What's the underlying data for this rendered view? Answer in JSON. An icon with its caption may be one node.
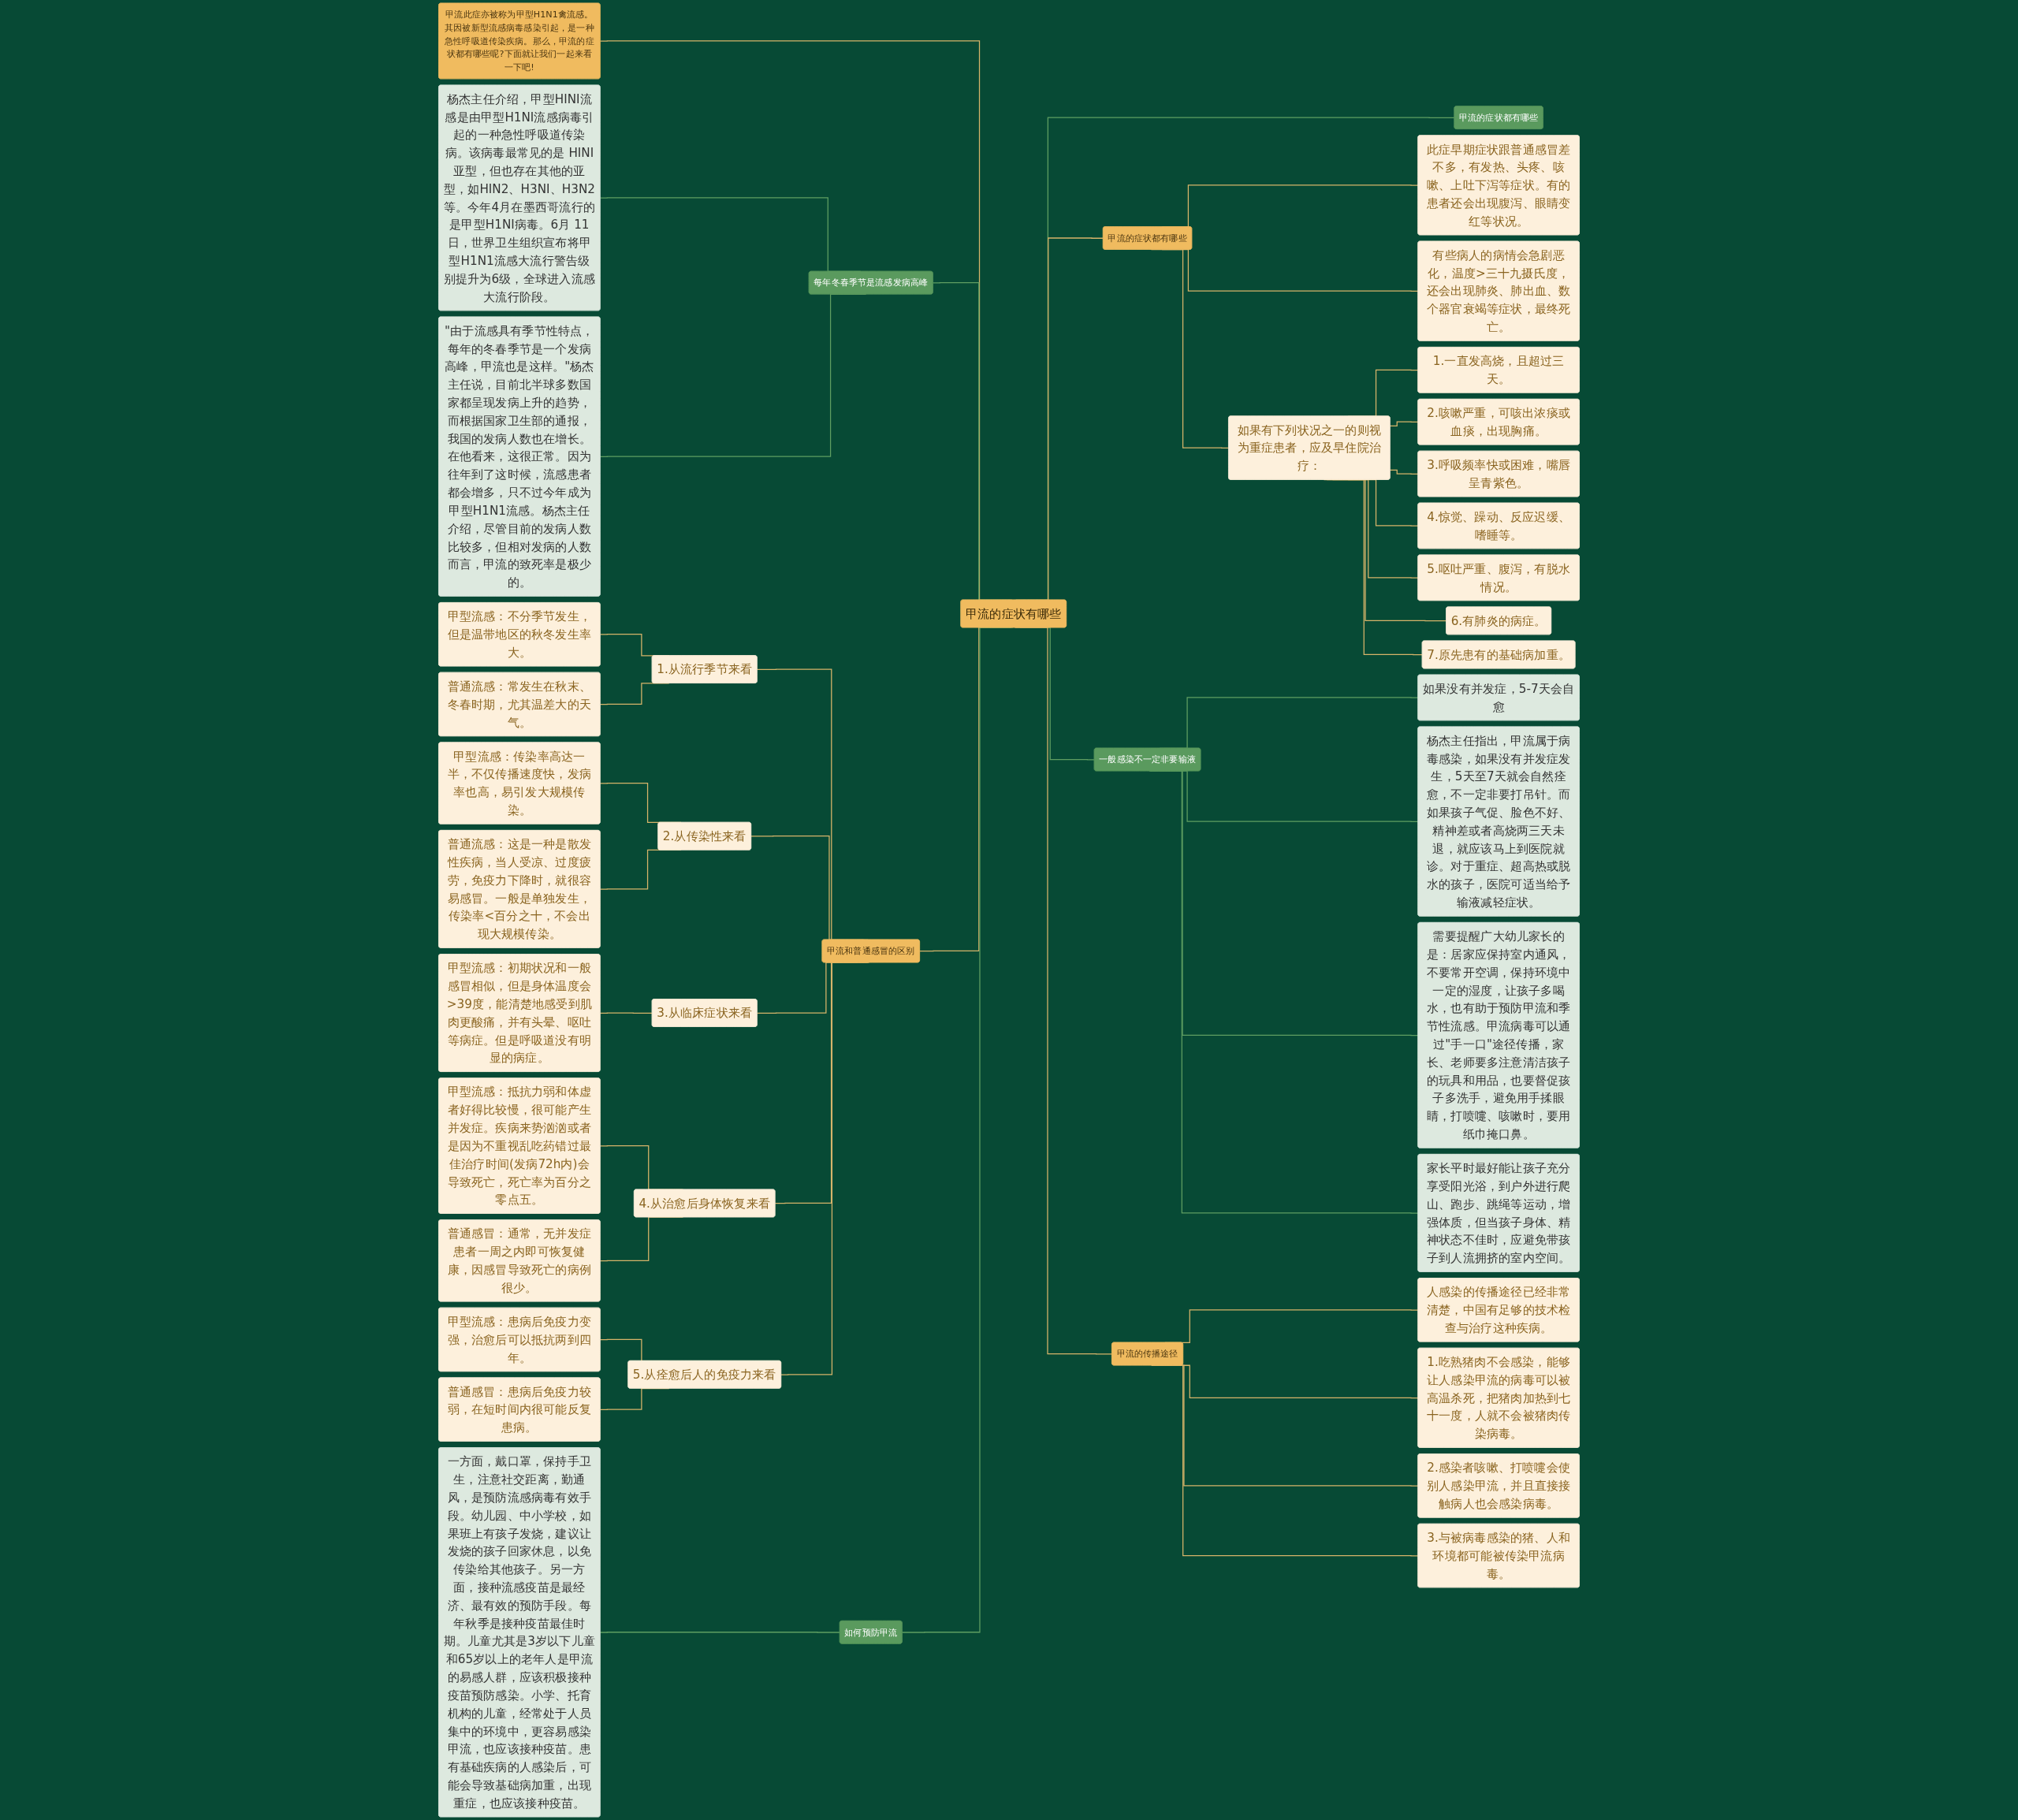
{
  "diagram": {
    "nodes": [
      {
        "text": [
          "甲流的症状有哪些"
        ]
      },
      {
        "text": [
          "甲流此症亦被称为甲型H1N1禽流感。其因被新型流感病毒感染引起，是一种急性呼吸道传染疾病。那么，甲流的症状都有哪些呢?下面就让我们一起来看一下吧!"
        ]
      },
      {
        "text": [
          "每年冬春季节是流感发病高峰"
        ]
      },
      {
        "text": [
          "杨杰主任介绍，甲型HINI流感是由甲型H1NI流感病毒引起的一种急性呼吸道传染病。该病毒最常见的是 HINI亚型，但也存在其他的亚型，如HIN2、H3NI、H3N2等。今年4月在墨西哥流行的是甲型H1NI病毒。6月 11日，世界卫生组织宣布将甲型H1N1流感大流行警告级别提升为6级，全球进入流感大流行阶段。"
        ]
      },
      {
        "text": [
          "\"由于流感具有季节性特点，每年的冬春季节是一个发病高峰，甲流也是这样。\"杨杰主任说，目前北半球多数国家都呈现发病上升的趋势，而根据国家卫生部的通报，我国的发病人数也在增长。在他看来，这很正常。因为往年到了这时候，流感患者都会增多，只不过今年成为甲型H1N1流感。杨杰主任介绍，尽管目前的发病人数比较多，但相对发病的人数而言，甲流的致死率是极少的。"
        ]
      },
      {
        "text": [
          "甲流和普通感冒的区别"
        ]
      },
      {
        "text": [
          "1.从流行季节来看"
        ]
      },
      {
        "text": [
          "甲型流感：不分季节发生，但是温带地区的秋冬发生率大。"
        ]
      },
      {
        "text": [
          "普通流感：常发生在秋末、冬春时期，尤其温差大的天气。"
        ]
      },
      {
        "text": [
          "2.从传染性来看"
        ]
      },
      {
        "text": [
          "甲型流感：传染率高达一半，不仅传播速度快，发病率也高，易引发大规模传染。"
        ]
      },
      {
        "text": [
          "普通流感：这是一种是散发性疾病，当人受凉、过度疲劳，免疫力下降时，就很容易感冒。一般是单独发生，传染率<百分之十，不会出现大规模传染。"
        ]
      },
      {
        "text": [
          "3.从临床症状来看"
        ]
      },
      {
        "text": [
          "甲型流感：初期状况和一般感冒相似，但是身体温度会>39度，能清楚地感受到肌肉更酸痛，并有头晕、呕吐等病症。但是呼吸道没有明显的病症。"
        ]
      },
      {
        "text": [
          "4.从治愈后身体恢复来看"
        ]
      },
      {
        "text": [
          "甲型流感：抵抗力弱和体虚者好得比较慢，很可能产生并发症。疾病来势汹汹或者是因为不重视乱吃药错过最佳治疗时间(发病72h内)会导致死亡，死亡率为百分之零点五。"
        ]
      },
      {
        "text": [
          "普通感冒：通常，无并发症患者一周之内即可恢复健康，因感冒导致死亡的病例很少。"
        ]
      },
      {
        "text": [
          "5.从痊愈后人的免疫力来看"
        ]
      },
      {
        "text": [
          "甲型流感：患病后免疫力变强，治愈后可以抵抗两到四年。"
        ]
      },
      {
        "text": [
          "普通感冒：患病后免疫力较弱，在短时间内很可能反复患病。"
        ]
      },
      {
        "text": [
          "如何预防甲流"
        ]
      },
      {
        "text": [
          "一方面，戴口罩，保持手卫生，注意社交距离，勤通风，是预防流感病毒有效手段。幼儿园、中小学校，如果班上有孩子发烧，建议让发烧的孩子回家休息，以免传染给其他孩子。另一方面，接种流感疫苗是最经济、最有效的预防手段。每年秋季是接种疫苗最佳时期。儿童尤其是3岁以下儿童和65岁以上的老年人是甲流的易感人群，应该积极接种疫苗预防感染。小学、托育机构的儿童，经常处于人员集中的环境中，更容易感染甲流，也应该接种疫苗。患有基础疾病的人感染后，可能会导致基础病加重，出现重症，也应该接种疫苗。"
        ]
      },
      {
        "text": [
          "甲流的症状都有哪些"
        ]
      },
      {
        "text": [
          "甲流的症状都有哪些"
        ]
      },
      {
        "text": [
          "此症早期症状跟普通感冒差不多，有发热、头疼、咳嗽、上吐下泻等症状。有的患者还会出现腹泻、眼睛变红等状况。"
        ]
      },
      {
        "text": [
          "有些病人的病情会急剧恶化，温度>三十九摄氏度，还会出现肺炎、肺出血、数个器官衰竭等症状，最终死亡。"
        ]
      },
      {
        "text": [
          "如果有下列状况之一的则视为重症患者，应及早住院治疗："
        ]
      },
      {
        "text": [
          "1.一直发高烧，且超过三天。"
        ]
      },
      {
        "text": [
          "2.咳嗽严重，可咳出浓痰或血痰，出现胸痛。"
        ]
      },
      {
        "text": [
          "3.呼吸频率快或困难，嘴唇呈青紫色。"
        ]
      },
      {
        "text": [
          "4.惊觉、躁动、反应迟缓、嗜睡等。"
        ]
      },
      {
        "text": [
          "5.呕吐严重、腹泻，有脱水情况。"
        ]
      },
      {
        "text": [
          "6.有肺炎的病症。"
        ]
      },
      {
        "text": [
          "7.原先患有的基础病加重。"
        ]
      },
      {
        "text": [
          "一般感染不一定非要输液"
        ]
      },
      {
        "text": [
          "如果没有并发症，5-7天会自愈"
        ]
      },
      {
        "text": [
          "杨杰主任指出，甲流属于病毒感染，如果没有并发症发生，5天至7天就会自然痊愈，不一定非要打吊针。而如果孩子气促、脸色不好、精神差或者高烧两三天未退，就应该马上到医院就诊。对于重症、超高热或脱水的孩子，医院可适当给予输液减轻症状。"
        ]
      },
      {
        "text": [
          "需要提醒广大幼儿家长的是：居家应保持室内通风，不要常开空调，保持环境中一定的湿度，让孩子多喝水，也有助于预防甲流和季节性流感。甲流病毒可以通过\"手一口\"途径传播，家长、老师要多注意清洁孩子的玩具和用品，也要督促孩子多洗手，避免用手揉眼睛，打喷嚏、咳嗽时，要用纸巾掩口鼻。"
        ]
      },
      {
        "text": [
          "家长平时最好能让孩子充分享受阳光浴，到户外进行爬山、跑步、跳绳等运动，增强体质，但当孩子身体、精神状态不佳时，应避免带孩子到人流拥挤的室内空间。"
        ]
      },
      {
        "text": [
          "甲流的传播途径"
        ]
      },
      {
        "text": [
          "人感染的传播途径已经非常清楚，中国有足够的技术检查与治疗这种疾病。"
        ]
      },
      {
        "text": [
          "1.吃熟猪肉不会感染，能够让人感染甲流的病毒可以被高温杀死，把猪肉加热到七十一度，人就不会被猪肉传染病毒。"
        ]
      },
      {
        "text": [
          "2.感染者咳嗽、打喷嚏会使别人感染甲流，并且直接接触病人也会感染病毒。"
        ]
      },
      {
        "text": [
          "3.与被病毒感染的猪、人和环境都可能被传染甲流病毒。"
        ]
      }
    ],
    "edges": [
      {
        "from": 0,
        "to": 1,
        "arrow": "none"
      },
      {
        "from": 0,
        "to": 2,
        "arrow": "none",
        "color": "#5f9e62"
      },
      {
        "from": 2,
        "to": 3,
        "arrow": "none",
        "color": "#5f9e62"
      },
      {
        "from": 2,
        "to": 4,
        "arrow": "none",
        "color": "#5f9e62"
      },
      {
        "from": 0,
        "to": 5,
        "arrow": "none"
      },
      {
        "from": 5,
        "to": 6,
        "arrow": "none"
      },
      {
        "from": 6,
        "to": 7,
        "arrow": "none"
      },
      {
        "from": 6,
        "to": 8,
        "arrow": "none"
      },
      {
        "from": 5,
        "to": 9,
        "arrow": "none"
      },
      {
        "from": 9,
        "to": 10,
        "arrow": "none"
      },
      {
        "from": 9,
        "to": 11,
        "arrow": "none"
      },
      {
        "from": 5,
        "to": 12,
        "arrow": "none"
      },
      {
        "from": 12,
        "to": 13,
        "arrow": "none"
      },
      {
        "from": 5,
        "to": 14,
        "arrow": "none"
      },
      {
        "from": 14,
        "to": 15,
        "arrow": "none"
      },
      {
        "from": 14,
        "to": 16,
        "arrow": "none"
      },
      {
        "from": 5,
        "to": 17,
        "arrow": "none"
      },
      {
        "from": 17,
        "to": 18,
        "arrow": "none"
      },
      {
        "from": 17,
        "to": 19,
        "arrow": "none"
      },
      {
        "from": 0,
        "to": 20,
        "arrow": "none",
        "color": "#5f9e62"
      },
      {
        "from": 20,
        "to": 21,
        "arrow": "none",
        "color": "#5f9e62"
      },
      {
        "from": 0,
        "to": 22,
        "arrow": "none",
        "color": "#5f9e62"
      },
      {
        "from": 0,
        "to": 23,
        "arrow": "none"
      },
      {
        "from": 23,
        "to": 24,
        "arrow": "none"
      },
      {
        "from": 23,
        "to": 25,
        "arrow": "none"
      },
      {
        "from": 23,
        "to": 26,
        "arrow": "none"
      },
      {
        "from": 26,
        "to": 27,
        "arrow": "none"
      },
      {
        "from": 26,
        "to": 28,
        "arrow": "none"
      },
      {
        "from": 26,
        "to": 29,
        "arrow": "none"
      },
      {
        "from": 26,
        "to": 30,
        "arrow": "none"
      },
      {
        "from": 26,
        "to": 31,
        "arrow": "none"
      },
      {
        "from": 26,
        "to": 32,
        "arrow": "none"
      },
      {
        "from": 26,
        "to": 33,
        "arrow": "none"
      },
      {
        "from": 0,
        "to": 34,
        "arrow": "none",
        "color": "#5f9e62"
      },
      {
        "from": 34,
        "to": 35,
        "arrow": "none",
        "color": "#5f9e62"
      },
      {
        "from": 34,
        "to": 36,
        "arrow": "none",
        "color": "#5f9e62"
      },
      {
        "from": 34,
        "to": 37,
        "arrow": "none",
        "color": "#5f9e62"
      },
      {
        "from": 34,
        "to": 38,
        "arrow": "none",
        "color": "#5f9e62"
      },
      {
        "from": 0,
        "to": 39,
        "arrow": "none"
      },
      {
        "from": 39,
        "to": 40,
        "arrow": "none"
      },
      {
        "from": 39,
        "to": 41,
        "arrow": "none"
      },
      {
        "from": 39,
        "to": 42,
        "arrow": "none"
      },
      {
        "from": 39,
        "to": 43,
        "arrow": "none"
      }
    ]
  }
}
